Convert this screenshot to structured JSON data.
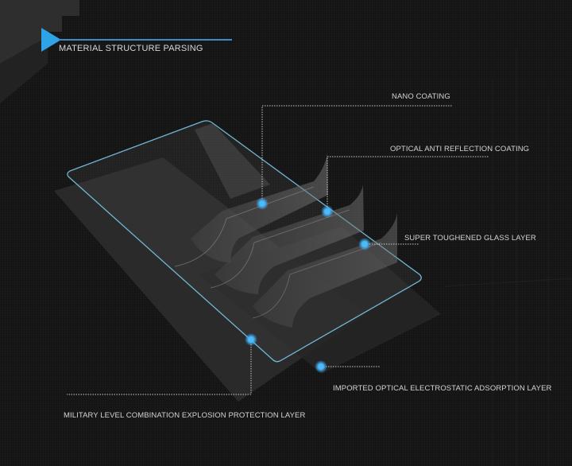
{
  "header": {
    "title": "MATERIAL STRUCTURE PARSING",
    "accent_color": "#2ea4e8"
  },
  "layers": [
    {
      "label": "NANO COATING"
    },
    {
      "label": "OPTICAL ANTI REFLECTION COATING"
    },
    {
      "label": "SUPER TOUGHENED GLASS LAYER"
    },
    {
      "label": "IMPORTED OPTICAL ELECTROSTATIC ADSORPTION LAYER"
    },
    {
      "label": "MILITARY LEVEL COMBINATION EXPLOSION PROTECTION LAYER"
    }
  ],
  "colors": {
    "background": "#141414",
    "callout_dot": "#3fb0f5",
    "panel_outline": "#6fb7d4",
    "label_text": "#d4d4d4"
  }
}
